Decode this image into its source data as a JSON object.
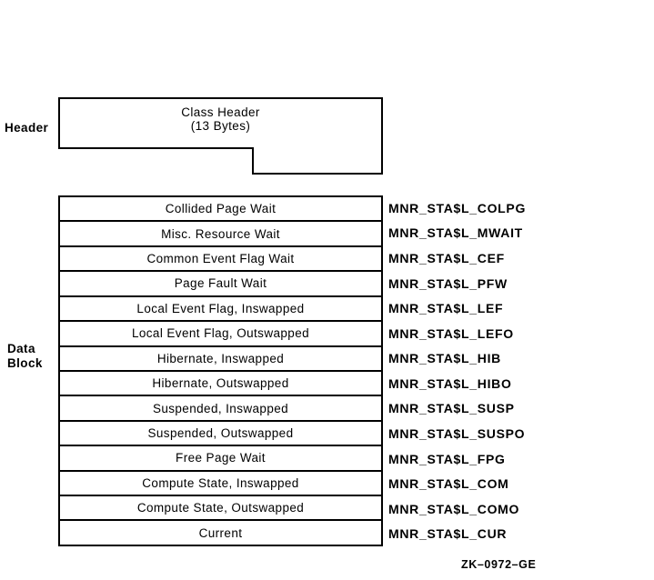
{
  "figure": {
    "header_section": {
      "side_label": "Header",
      "box_line1": "Class Header",
      "box_line2": "(13 Bytes)"
    },
    "data_section": {
      "side_label_line1": "Data",
      "side_label_line2": "Block",
      "rows": [
        {
          "cell": "Collided Page Wait",
          "label": "MNR_STA$L_COLPG"
        },
        {
          "cell": "Misc. Resource Wait",
          "label": "MNR_STA$L_MWAIT"
        },
        {
          "cell": "Common Event Flag Wait",
          "label": "MNR_STA$L_CEF"
        },
        {
          "cell": "Page Fault Wait",
          "label": "MNR_STA$L_PFW"
        },
        {
          "cell": "Local Event Flag, Inswapped",
          "label": "MNR_STA$L_LEF"
        },
        {
          "cell": "Local Event Flag, Outswapped",
          "label": "MNR_STA$L_LEFO"
        },
        {
          "cell": "Hibernate, Inswapped",
          "label": "MNR_STA$L_HIB"
        },
        {
          "cell": "Hibernate, Outswapped",
          "label": "MNR_STA$L_HIBO"
        },
        {
          "cell": "Suspended, Inswapped",
          "label": "MNR_STA$L_SUSP"
        },
        {
          "cell": "Suspended, Outswapped",
          "label": "MNR_STA$L_SUSPO"
        },
        {
          "cell": "Free Page Wait",
          "label": "MNR_STA$L_FPG"
        },
        {
          "cell": "Compute State, Inswapped",
          "label": "MNR_STA$L_COM"
        },
        {
          "cell": "Compute State, Outswapped",
          "label": "MNR_STA$L_COMO"
        },
        {
          "cell": "Current",
          "label": "MNR_STA$L_CUR"
        }
      ]
    },
    "figure_code": "ZK–0972–GE",
    "colors": {
      "line": "#000000",
      "background": "#ffffff"
    }
  }
}
